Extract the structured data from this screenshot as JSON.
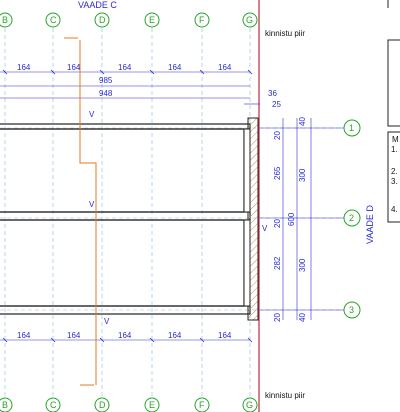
{
  "titles": {
    "view_c": "VAADE C",
    "view_d": "VAADE D"
  },
  "grid_top": [
    "B",
    "C",
    "D",
    "E",
    "F",
    "G"
  ],
  "grid_bottom": [
    "B",
    "C",
    "D",
    "E",
    "F",
    "G"
  ],
  "grid_right": [
    "1",
    "2",
    "3"
  ],
  "boundary_label_top": "kinnistu piir",
  "boundary_label_bottom": "kinnistu piir",
  "dims_top": [
    "164",
    "164",
    "164",
    "164",
    "164"
  ],
  "dims_bottom": [
    "164",
    "164",
    "164",
    "164",
    "164"
  ],
  "dim_985": "985",
  "dim_948": "948",
  "dim_36": "36",
  "dim_25": "25",
  "dims_right_inner": [
    "20",
    "265",
    "20",
    "282",
    "20"
  ],
  "dims_right_outer": [
    "40",
    "300",
    "300",
    "40"
  ],
  "dim_600": "600",
  "section_marks": [
    "V",
    "V",
    "V"
  ],
  "section_mark_right": "V",
  "side_panel": {
    "header": "M",
    "numbers": [
      "1.",
      "2.",
      "3.",
      "4."
    ]
  },
  "colors": {
    "dimension": "#2a2ad0",
    "grid": "#27a327",
    "boundary": "#c0283a",
    "section_line": "#e8781c",
    "hatch": "#b8935a"
  }
}
